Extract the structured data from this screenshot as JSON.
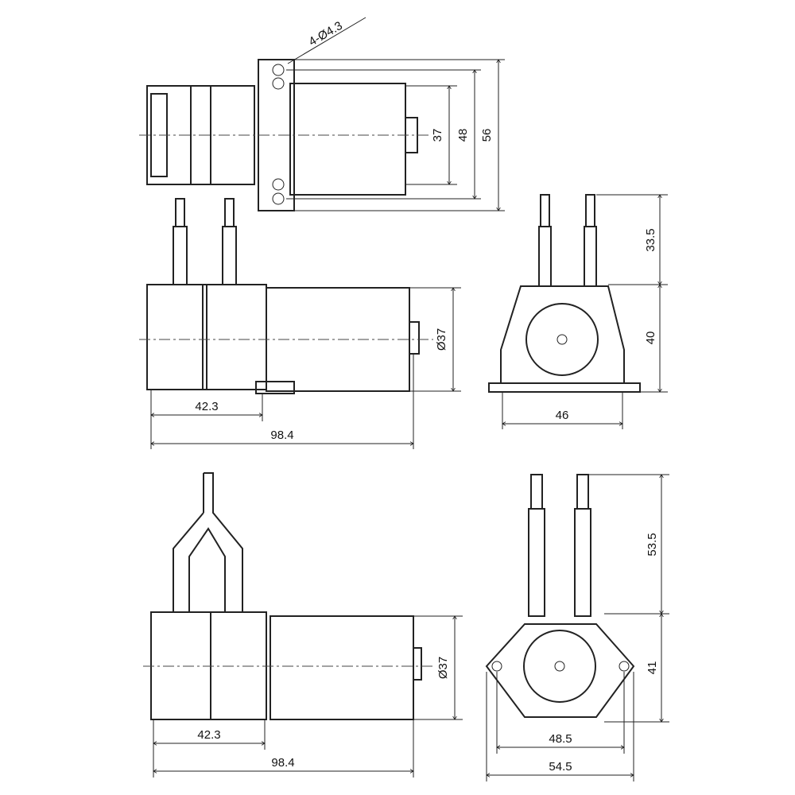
{
  "top_view": {
    "hole_callout": "4-Ø4.3",
    "dim_inner": "37",
    "dim_mid": "48",
    "dim_outer": "56"
  },
  "side_view_1": {
    "diameter": "Ø37",
    "pump_length": "42.3",
    "total_length": "98.4"
  },
  "front_view_1": {
    "tube_height": "33.5",
    "body_height": "40",
    "base_width": "46"
  },
  "side_view_2": {
    "diameter": "Ø37",
    "pump_length": "42.3",
    "total_length": "98.4"
  },
  "front_view_2": {
    "tube_height": "53.5",
    "body_height": "41",
    "hole_spacing": "48.5",
    "flange_width": "54.5"
  }
}
